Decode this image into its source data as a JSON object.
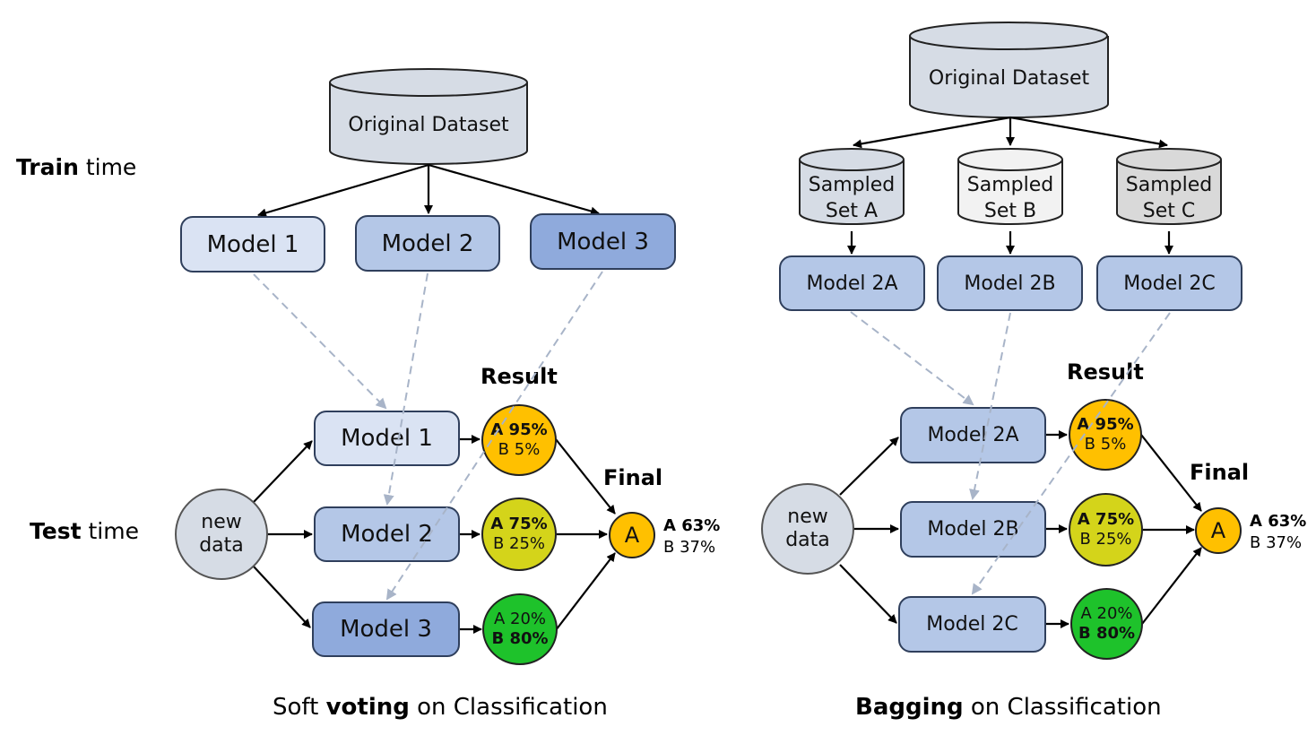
{
  "left": {
    "dataset": "Original Dataset",
    "train_label_bold": "Train",
    "train_label_rest": " time",
    "test_label_bold": "Test",
    "test_label_rest": " time",
    "train_models": [
      "Model 1",
      "Model 2",
      "Model 3"
    ],
    "test_models": [
      "Model 1",
      "Model 2",
      "Model 3"
    ],
    "new_data_line1": "new",
    "new_data_line2": "data",
    "result_heading": "Result",
    "final_heading": "Final",
    "results": [
      {
        "line1": "A 95%",
        "line2": "B 5%",
        "bold_line": 1
      },
      {
        "line1": "A 75%",
        "line2": "B 25%",
        "bold_line": 1
      },
      {
        "line1": "A 20%",
        "line2": "B 80%",
        "bold_line": 2
      }
    ],
    "final_value": "A",
    "final_pct_a": "A 63%",
    "final_pct_b": "B 37%",
    "caption_pre": "Soft ",
    "caption_bold": "voting",
    "caption_post": " on Classification"
  },
  "right": {
    "dataset": "Original Dataset",
    "sampled_sets": [
      {
        "line1": "Sampled",
        "line2": "Set A"
      },
      {
        "line1": "Sampled",
        "line2": "Set B"
      },
      {
        "line1": "Sampled",
        "line2": "Set C"
      }
    ],
    "train_models": [
      "Model 2A",
      "Model 2B",
      "Model 2C"
    ],
    "test_models": [
      "Model 2A",
      "Model 2B",
      "Model 2C"
    ],
    "new_data_line1": "new",
    "new_data_line2": "data",
    "result_heading": "Result",
    "final_heading": "Final",
    "results": [
      {
        "line1": "A 95%",
        "line2": "B 5%",
        "bold_line": 1
      },
      {
        "line1": "A 75%",
        "line2": "B 25%",
        "bold_line": 1
      },
      {
        "line1": "A 20%",
        "line2": "B 80%",
        "bold_line": 2
      }
    ],
    "final_value": "A",
    "final_pct_a": "A 63%",
    "final_pct_b": "B 37%",
    "caption_bold": "Bagging",
    "caption_post": " on Classification"
  },
  "colors": {
    "model_1": "#dae3f3",
    "model_2": "#b4c7e7",
    "model_3": "#8faadc",
    "result_high_a": "#ffc000",
    "result_mid_a": "#d4d41a",
    "result_high_b": "#1ec22b",
    "final": "#ffc000",
    "dataset": "#d6dce5",
    "sampled_b": "#f2f2f2",
    "sampled_c": "#d9d9d9",
    "dashed_line": "#a8b4c8"
  }
}
